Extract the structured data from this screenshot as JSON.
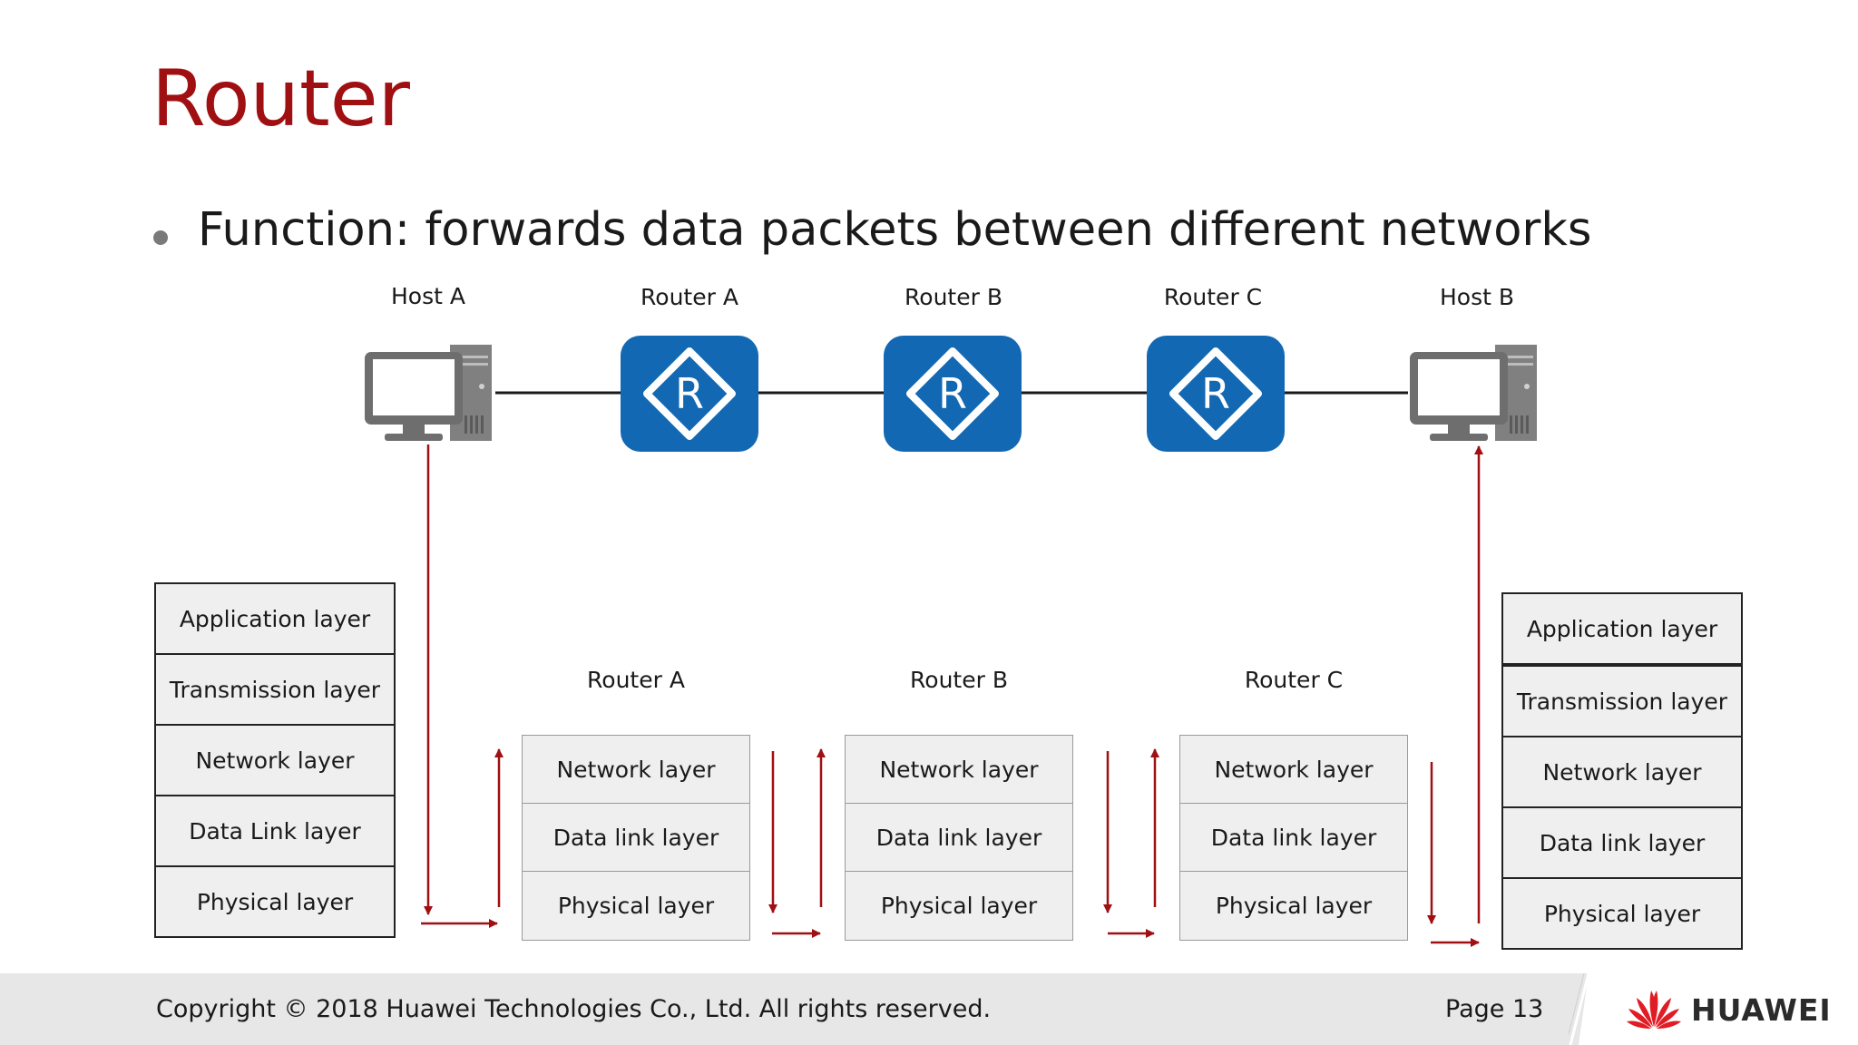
{
  "slide": {
    "title": "Router",
    "bullet": "Function: forwards data packets between different networks"
  },
  "topology": {
    "devices": [
      {
        "label": "Host A",
        "type": "host"
      },
      {
        "label": "Router A",
        "type": "router",
        "glyph": "R"
      },
      {
        "label": "Router B",
        "type": "router",
        "glyph": "R"
      },
      {
        "label": "Router C",
        "type": "router",
        "glyph": "R"
      },
      {
        "label": "Host B",
        "type": "host"
      }
    ]
  },
  "stacks": {
    "host_a": {
      "layers": [
        "Application layer",
        "Transmission layer",
        "Network layer",
        "Data Link layer",
        "Physical layer"
      ]
    },
    "routers": [
      {
        "title": "Router A",
        "layers": [
          "Network layer",
          "Data link layer",
          "Physical layer"
        ]
      },
      {
        "title": "Router B",
        "layers": [
          "Network layer",
          "Data link layer",
          "Physical layer"
        ]
      },
      {
        "title": "Router C",
        "layers": [
          "Network layer",
          "Data link layer",
          "Physical layer"
        ]
      }
    ],
    "host_b": {
      "layers": [
        "Application layer",
        "Transmission layer",
        "Network layer",
        "Data link layer",
        "Physical layer"
      ]
    }
  },
  "colors": {
    "title": "#a00f12",
    "router_blue": "#1268b3",
    "arrow": "#a00f12",
    "footer_bg": "#e7e7e7",
    "logo_red": "#e01d25"
  },
  "footer": {
    "copyright": "Copyright © 2018 Huawei Technologies Co., Ltd. All rights reserved.",
    "page": "Page 13",
    "brand": "HUAWEI",
    "logo_icon": "huawei-flower-icon"
  }
}
